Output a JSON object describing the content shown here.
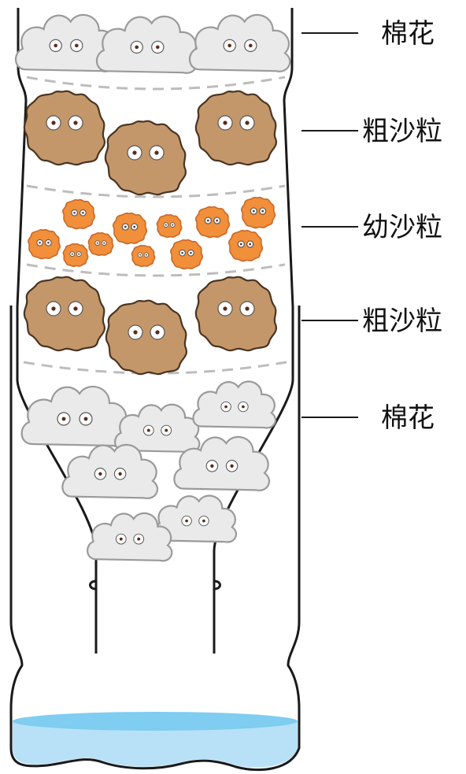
{
  "labels": {
    "top_cotton": "棉花",
    "coarse_sand_upper": "粗沙粒",
    "fine_sand": "幼沙粒",
    "coarse_sand_lower": "粗沙粒",
    "bottom_cotton": "棉花"
  },
  "colors": {
    "cotton_fill": "#eaeaea",
    "cotton_stroke": "#9a9a9a",
    "coarse_sand_fill": "#c4976a",
    "coarse_sand_stroke": "#4a3422",
    "fine_sand_fill": "#f18f3a",
    "fine_sand_stroke": "#c8692a",
    "water_fill": "#b8e1f7",
    "water_surface": "#7fcdf0",
    "bottle_stroke": "#1a1a1a",
    "divider": "#bdbdbd"
  },
  "icons": {
    "cotton": "cotton-ball-face-icon",
    "coarse_sand": "coarse-sand-grain-face-icon",
    "fine_sand": "fine-sand-grain-face-icon"
  }
}
